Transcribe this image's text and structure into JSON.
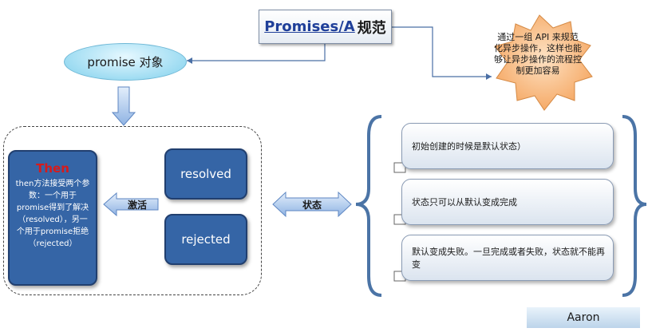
{
  "title": {
    "link": "Promises/A",
    "rest": "规范"
  },
  "promise_object": "promise 对象",
  "note": "通过一组 API 来规范化异步操作，这样也能够让异步操作的流程控制更加容易",
  "then": {
    "title": "Then",
    "description": "then方法接受两个参数：一个用于promise得到了解决（resolved），另一个用于promise拒绝（rejected）"
  },
  "states": {
    "resolved": "resolved",
    "rejected": "rejected"
  },
  "labels": {
    "activate": "激活",
    "state": "状态"
  },
  "descriptions": [
    "初始创建的时候是默认状态）",
    "状态只可以从默认变成完成",
    "默认变成失败。一旦完成或者失败，状态就不能再变"
  ],
  "author": "Aaron",
  "colors": {
    "card_blue": "#3565a6",
    "then_red": "#d81a1a",
    "ellipse_cyan": "#9edcf2",
    "burst_orange": "#f7b67b",
    "arrow_blue": "#a9c6ea"
  },
  "icons": [
    "burst-callout-icon",
    "down-arrow-icon",
    "double-arrow-icon",
    "left-arrow-icon",
    "curly-brace-icon"
  ]
}
